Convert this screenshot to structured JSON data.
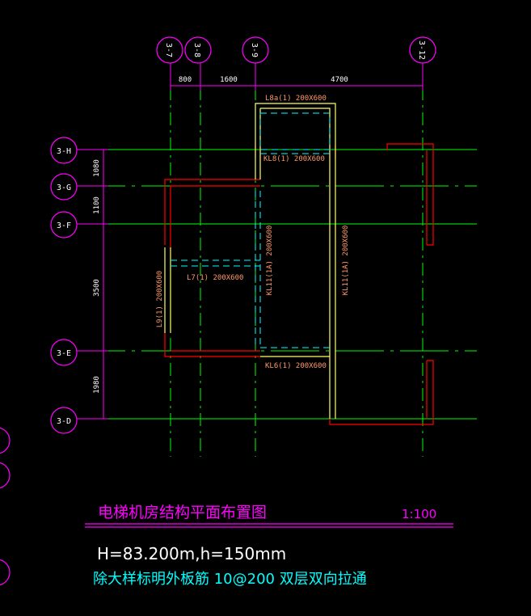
{
  "drawing": {
    "title": "电梯机房结构平面布置图",
    "scale": "1:100",
    "elevation_note": "H=83.200m,h=150mm",
    "rebar_note": "除大样标明外板筋 10@200 双层双向拉通"
  },
  "axes": {
    "vertical": [
      "3-7",
      "3-8",
      "3-9",
      "3-12"
    ],
    "horizontal": [
      "3-H",
      "3-G",
      "3-F",
      "3-E",
      "3-D"
    ]
  },
  "dimensions": {
    "top": [
      "800",
      "1600",
      "4700"
    ],
    "left": [
      "1080",
      "1100",
      "3500",
      "1980"
    ]
  },
  "beam_labels": {
    "l8": "L8a(1) 200X600",
    "kl8": "KL8(1) 200X600",
    "l7": "L7(1) 200X600",
    "l9": "L9(1) 200X600",
    "kl11_left": "KL11(1A) 200X600",
    "kl11_right": "KL11(1A) 200X600",
    "kl6": "KL6(1) 200X600"
  },
  "colors": {
    "axis_bubble": "#ff00ff",
    "grid_line": "#00ff00",
    "beam_red": "#ff0000",
    "beam_yellow": "#ffff66",
    "hidden_beam": "#00ffff",
    "dim_line": "#ff00ff",
    "label_text": "#ff9966",
    "dim_text": "#ffffff"
  }
}
